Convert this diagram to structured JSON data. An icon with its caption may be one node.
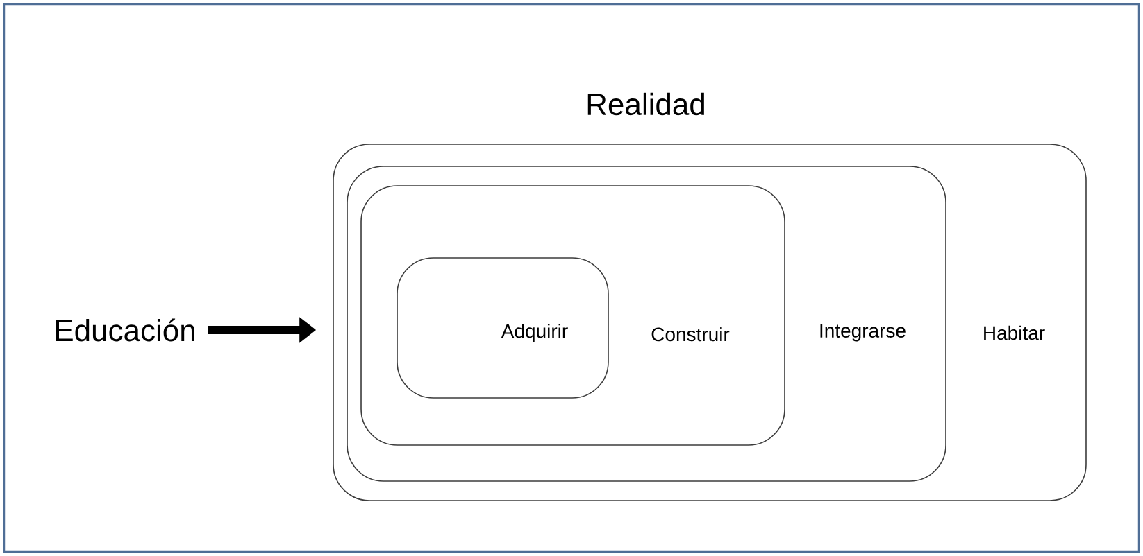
{
  "diagram": {
    "nodes": [
      {
        "text": [
          "Realidad",
          "Habitar"
        ]
      },
      {
        "text": [
          "Integrarse"
        ],
        "in": 0
      },
      {
        "text": [
          "Construir"
        ],
        "in": 1
      },
      {
        "text": [
          "Adquirir"
        ],
        "in": 2
      },
      {
        "text": [
          "Educación"
        ]
      }
    ],
    "edges": [
      {
        "from": 4,
        "to": 0,
        "arrow": "to"
      }
    ]
  }
}
